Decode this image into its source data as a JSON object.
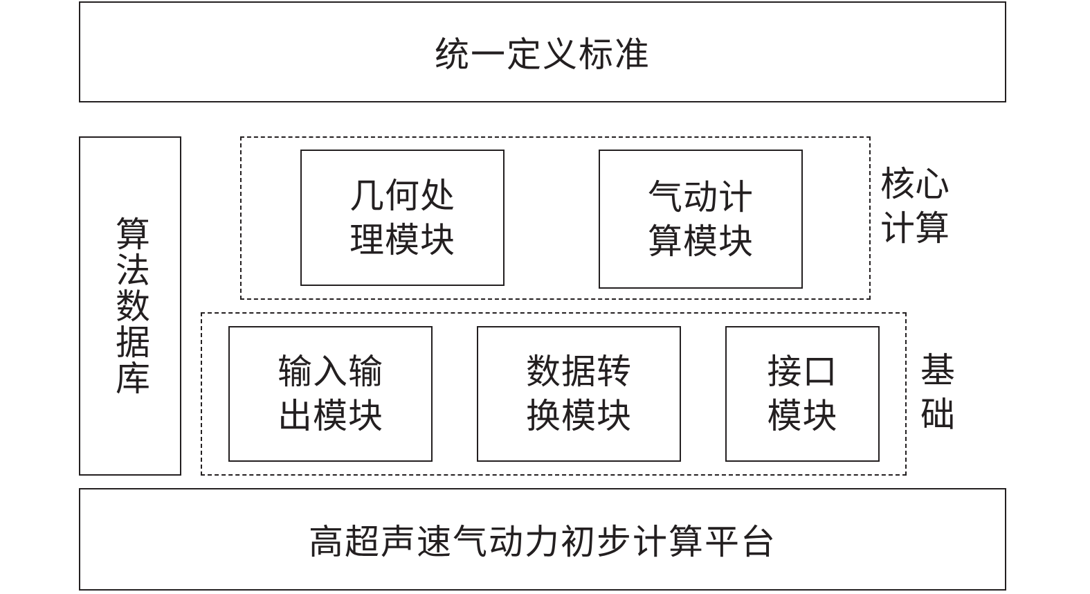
{
  "top_layer": {
    "label": "统一定义标准"
  },
  "bottom_layer": {
    "label": "高超声速气动力初步计算平台"
  },
  "side_database": {
    "label": "算法数据库"
  },
  "core_group": {
    "label": "核心\n计算",
    "modules": [
      {
        "label": "几何处\n理模块"
      },
      {
        "label": "气动计\n算模块"
      }
    ]
  },
  "base_group": {
    "label": "基\n础",
    "modules": [
      {
        "label": "输入输\n出模块"
      },
      {
        "label": "数据转\n换模块"
      },
      {
        "label": "接口\n模块"
      }
    ]
  }
}
